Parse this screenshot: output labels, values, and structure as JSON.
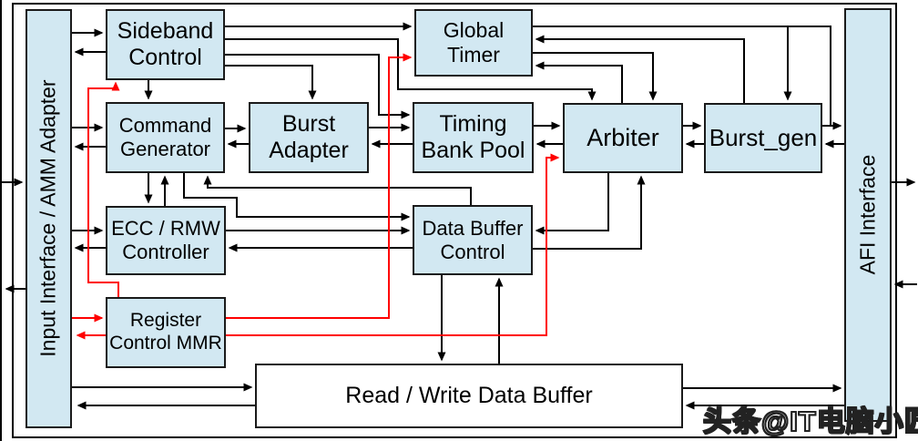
{
  "diagram": {
    "nodes": {
      "input_interface": "Input Interface / AMM Adapter",
      "sideband_control": "Sideband\nControl",
      "command_generator": "Command\nGenerator",
      "ecc_rmw_controller": "ECC / RMW\nController",
      "register_control_mmr": "Register\nControl MMR",
      "burst_adapter": "Burst\nAdapter",
      "global_timer": "Global Timer",
      "timing_bank_pool": "Timing\nBank Pool",
      "data_buffer_control": "Data Buffer\nControl",
      "arbiter": "Arbiter",
      "burst_gen": "Burst_gen",
      "afi_interface": "AFI  Interface",
      "read_write_data_buffer": "Read / Write Data Buffer"
    },
    "colors": {
      "node_fill": "#d2e8f2",
      "buffer_fill": "#ffffff",
      "wire": "#000000",
      "config_wire": "#ff0000"
    },
    "edges": [
      {
        "from": "external_left",
        "to": "input_interface",
        "color": "black"
      },
      {
        "from": "input_interface",
        "to": "external_left",
        "color": "black"
      },
      {
        "from": "input_interface",
        "to": "sideband_control",
        "color": "black"
      },
      {
        "from": "sideband_control",
        "to": "input_interface",
        "color": "black"
      },
      {
        "from": "input_interface",
        "to": "command_generator",
        "color": "black"
      },
      {
        "from": "command_generator",
        "to": "input_interface",
        "color": "black"
      },
      {
        "from": "input_interface",
        "to": "ecc_rmw_controller",
        "color": "black"
      },
      {
        "from": "ecc_rmw_controller",
        "to": "input_interface",
        "color": "black"
      },
      {
        "from": "input_interface",
        "to": "read_write_data_buffer",
        "color": "black"
      },
      {
        "from": "read_write_data_buffer",
        "to": "input_interface",
        "color": "black"
      },
      {
        "from": "sideband_control",
        "to": "command_generator",
        "color": "black"
      },
      {
        "from": "sideband_control",
        "to": "global_timer",
        "color": "black"
      },
      {
        "from": "sideband_control",
        "to": "arbiter",
        "color": "black"
      },
      {
        "from": "sideband_control",
        "to": "timing_bank_pool",
        "color": "black"
      },
      {
        "from": "sideband_control",
        "to": "burst_adapter",
        "color": "black"
      },
      {
        "from": "command_generator",
        "to": "burst_adapter",
        "color": "black"
      },
      {
        "from": "burst_adapter",
        "to": "command_generator",
        "color": "black"
      },
      {
        "from": "command_generator",
        "to": "ecc_rmw_controller",
        "color": "black"
      },
      {
        "from": "ecc_rmw_controller",
        "to": "command_generator",
        "color": "black"
      },
      {
        "from": "data_buffer_control",
        "to": "command_generator",
        "color": "black"
      },
      {
        "from": "command_generator",
        "to": "data_buffer_control",
        "color": "black"
      },
      {
        "from": "ecc_rmw_controller",
        "to": "data_buffer_control",
        "color": "black"
      },
      {
        "from": "data_buffer_control",
        "to": "ecc_rmw_controller",
        "color": "black"
      },
      {
        "from": "burst_adapter",
        "to": "timing_bank_pool",
        "color": "black"
      },
      {
        "from": "timing_bank_pool",
        "to": "burst_adapter",
        "color": "black"
      },
      {
        "from": "timing_bank_pool",
        "to": "arbiter",
        "color": "black"
      },
      {
        "from": "arbiter",
        "to": "timing_bank_pool",
        "color": "black"
      },
      {
        "from": "global_timer",
        "to": "burst_gen",
        "color": "black"
      },
      {
        "from": "burst_gen",
        "to": "global_timer",
        "color": "black"
      },
      {
        "from": "global_timer",
        "to": "arbiter",
        "color": "black"
      },
      {
        "from": "arbiter",
        "to": "global_timer",
        "color": "black"
      },
      {
        "from": "arbiter",
        "to": "burst_gen",
        "color": "black"
      },
      {
        "from": "burst_gen",
        "to": "arbiter",
        "color": "black"
      },
      {
        "from": "burst_gen",
        "to": "afi_interface",
        "color": "black"
      },
      {
        "from": "afi_interface",
        "to": "burst_gen",
        "color": "black"
      },
      {
        "from": "arbiter",
        "to": "data_buffer_control",
        "color": "black"
      },
      {
        "from": "data_buffer_control",
        "to": "arbiter",
        "color": "black"
      },
      {
        "from": "data_buffer_control",
        "to": "read_write_data_buffer",
        "color": "black"
      },
      {
        "from": "read_write_data_buffer",
        "to": "data_buffer_control",
        "color": "black"
      },
      {
        "from": "read_write_data_buffer",
        "to": "afi_interface",
        "color": "black"
      },
      {
        "from": "afi_interface",
        "to": "read_write_data_buffer",
        "color": "black"
      },
      {
        "from": "afi_interface",
        "to": "external_right",
        "color": "black"
      },
      {
        "from": "external_right",
        "to": "afi_interface",
        "color": "black"
      },
      {
        "from": "input_interface",
        "to": "register_control_mmr",
        "color": "red"
      },
      {
        "from": "register_control_mmr",
        "to": "input_interface",
        "color": "red"
      },
      {
        "from": "register_control_mmr",
        "to": "sideband_control",
        "color": "red"
      },
      {
        "from": "register_control_mmr",
        "to": "global_timer",
        "color": "red"
      },
      {
        "from": "register_control_mmr",
        "to": "arbiter",
        "color": "red"
      }
    ]
  },
  "watermark": {
    "text": "头条@IT电脑小匠"
  }
}
